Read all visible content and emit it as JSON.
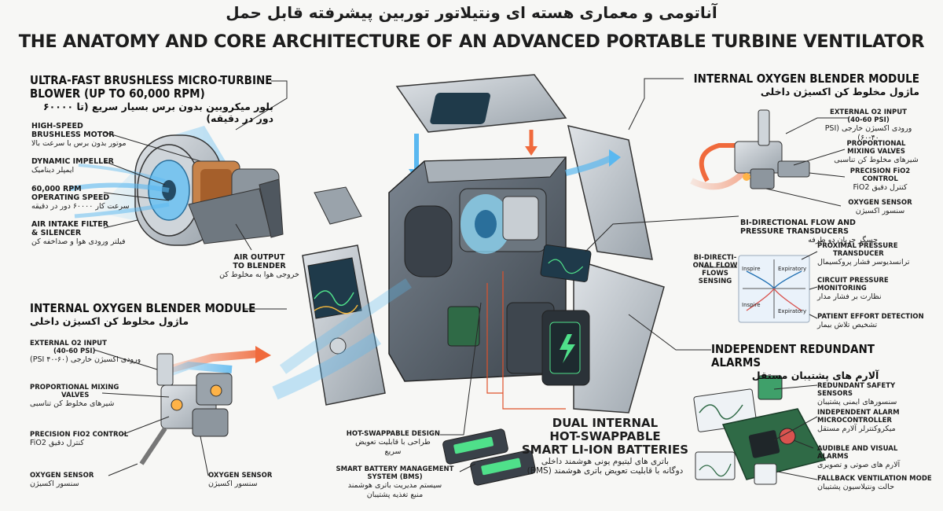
{
  "title": {
    "fa": "آناتومی و معماری هسته ای ونتیلاتور توربین پیشرفته قابل حمل",
    "en": "THE ANATOMY AND CORE ARCHITECTURE OF AN ADVANCED PORTABLE TURBINE VENTILATOR"
  },
  "blower": {
    "heading_1": "ULTRA-FAST BRUSHLESS MICRO-TURBINE",
    "heading_2": "BLOWER (UP TO 60,000 RPM)",
    "heading_fa": "بلور میکروبین بدون برس بسیار سریع (تا ۶۰۰۰۰ دور در دقیقه)",
    "motor_1": "HIGH-SPEED",
    "motor_2": "BRUSHLESS MOTOR",
    "motor_fa": "موتور بدون برس با سرعت بالا",
    "impeller": "DYNAMIC IMPELLER",
    "impeller_fa": "ایمپلر دینامیک",
    "speed_1": "60,000 RPM",
    "speed_2": "OPERATING SPEED",
    "speed_fa": "سرعت کار ۶۰۰۰۰ دور در دقیقه",
    "filter_1": "AIR INTAKE FILTER",
    "filter_2": "& SILENCER",
    "filter_fa": "فیلتر ورودی هوا و صداخفه کن",
    "output_1": "AIR OUTPUT",
    "output_2": "TO BLENDER",
    "output_fa": "خروجی هوا به مخلوط کن"
  },
  "blender_left": {
    "heading": "INTERNAL OXYGEN BLENDER MODULE",
    "heading_fa": "ماژول مخلوط کن اکسیژن داخلی",
    "o2_1": "EXTERNAL O2 INPUT",
    "o2_2": "(40-60 PSI)",
    "o2_fa": "ورودی اکسیژن خارجی (PSI ۴۰-۶۰)",
    "valves_1": "PROPORTIONAL MIXING",
    "valves_2": "VALVES",
    "valves_fa": "شیرهای مخلوط کن تناسبی",
    "fio2": "PRECISION FIO2 CONTROL",
    "fio2_fa": "کنترل دقیق FiO2",
    "sensor_a": "OXYGEN SENSOR",
    "sensor_a_fa": "سنسور اکسیژن",
    "sensor_b": "OXYGEN SENSOR",
    "sensor_b_fa": "سنسور اکسیژن"
  },
  "blender_right": {
    "heading": "INTERNAL OXYGEN BLENDER MODULE",
    "heading_fa": "ماژول مخلوط کن اکسیژن داخلی",
    "o2_1": "EXTERNAL O2 INPUT",
    "o2_2": "(40-60 PSI)",
    "o2_fa": "ورودی اکسیژن خارجی (PSI ۶۰-۴۰)",
    "valves_1": "PROPORTIONAL",
    "valves_2": "MIXING VALVES",
    "valves_fa": "شیرهای مخلوط کن تناسبی",
    "fio2_1": "PRECISION FiO2",
    "fio2_2": "CONTROL",
    "fio2_fa": "کنترل دقیق FiO2",
    "sensor": "OXYGEN SENSOR",
    "sensor_fa": "سنسور اکسیژن"
  },
  "transducers": {
    "heading_1": "BI-DIRECTIONAL FLOW AND",
    "heading_2": "PRESSURE TRANSDUCERS",
    "heading_fa": "حسگر جریان دو طرفه",
    "flow_1": "BI-DIRECTI-",
    "flow_2": "ONAL FLOW",
    "flow_3": "FLOWS",
    "flow_4": "SENSING",
    "inspire_top": "Inspire",
    "expiratory_top": "Expiratory",
    "inspire_bottom": "Inspire",
    "expiratory_bottom": "Expiratory",
    "proximal_1": "PROXIMAL PRESSURE",
    "proximal_2": "TRANSDUCER",
    "proximal_fa": "ترانسدیوسر فشار پروکسیمال",
    "circuit_1": "CIRCUIT PRESSURE",
    "circuit_2": "MONITORING",
    "circuit_fa": "نظارت بر فشار مدار",
    "effort": "PATIENT EFFORT DETECTION",
    "effort_fa": "تشخیص تلاش بیمار"
  },
  "alarms": {
    "heading": "INDEPENDENT REDUNDANT ALARMS",
    "heading_fa": "آلارم های پشتیبان مستقل",
    "sensors": "REDUNDANT SAFETY SENSORS",
    "sensors_fa": "سنسورهای ایمنی پشتیبان",
    "mcu_1": "INDEPENDENT ALARM",
    "mcu_2": "MICROCONTROLLER",
    "mcu_fa": "میکروکنترلر آلارم مستقل",
    "av_1": "AUDIBLE AND VISUAL ALARMS",
    "av_fa": "آلارم های صوتی و تصویری",
    "fallback": "FALLBACK VENTILATION MODE",
    "fallback_fa": "حالت ونتیلاسیون پشتیبان"
  },
  "batteries": {
    "heading_1": "DUAL INTERNAL",
    "heading_2": "HOT-SWAPPABLE",
    "heading_3": "SMART LI-ION BATTERIES",
    "heading_fa_1": "باتری های لیتیوم یونی هوشمند داخلی",
    "heading_fa_2": "دوگانه با قابلیت تعویض باتری هوشمند (BMS)",
    "hot_swap": "HOT-SWAPPABLE DESIGN",
    "hot_swap_fa_1": "طراحی با قابلیت تعویض",
    "hot_swap_fa_2": "سریع",
    "bms_1": "SMART BATTERY MANAGEMENT",
    "bms_2": "SYSTEM (BMS)",
    "bms_fa_1": "سیستم مدیریت باتری هوشمند",
    "bms_fa_2": "منبع تغذیه پشتیبان"
  },
  "colors": {
    "air_flow": "#5ab8f0",
    "oxygen_flow": "#f06a3c",
    "device_body": "#5a6470",
    "screen": "#1f3a4a",
    "battery_glow": "#4fe08a",
    "pcb": "#2f6a46"
  }
}
